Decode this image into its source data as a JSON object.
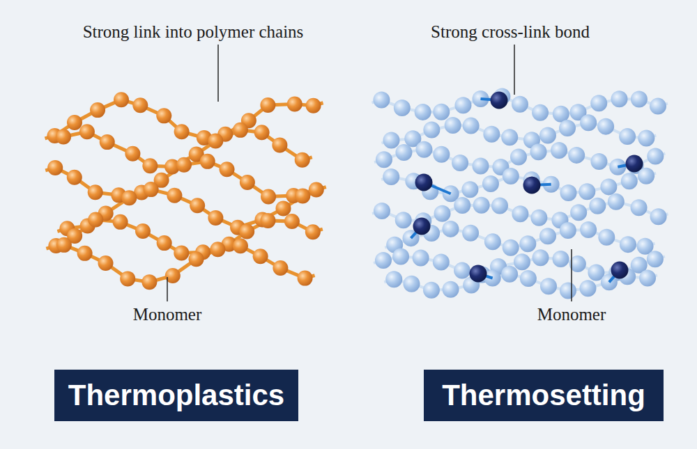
{
  "diagram": {
    "nodes": [
      {
        "text": [
          "Thermoplastics"
        ]
      },
      {
        "text": [
          "Thermosetting"
        ]
      }
    ],
    "labels": [
      "Strong link into polymer chains",
      "Monomer",
      "Strong cross-link bond",
      "Monomer"
    ]
  }
}
